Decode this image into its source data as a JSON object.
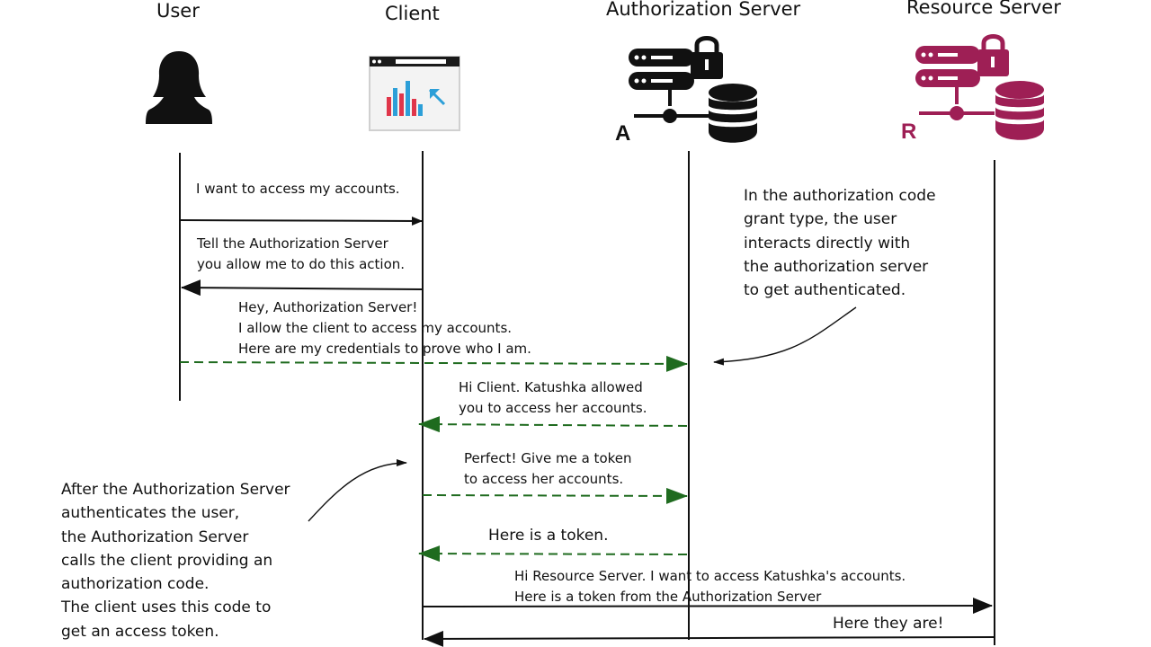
{
  "actors": {
    "user": "User",
    "client": "Client",
    "auth": "Authorization Server",
    "resource": "Resource Server"
  },
  "icons": {
    "auth_letter": "A",
    "resource_letter": "R",
    "auth_color": "#111111",
    "resource_color": "#9e1f55"
  },
  "messages": {
    "m1": "I want to access my accounts.",
    "m2": "Tell the Authorization Server\nyou allow me to do this action.",
    "m3": "Hey, Authorization Server!\nI allow the client to access my accounts.\nHere are my credentials to prove who I am.",
    "m4": "Hi Client. Katushka allowed\nyou to access her accounts.",
    "m5": "Perfect! Give me a token\nto access her accounts.",
    "m6": "Here is a token.",
    "m7": "Hi Resource Server. I want to access Katushka's accounts.\nHere is a token from the Authorization Server",
    "m8": "Here they are!"
  },
  "notes": {
    "right": "In the authorization code\ngrant type, the user\ninteracts directly with\nthe authorization server\nto get authenticated.",
    "left": "After the Authorization Server\nauthenticates the user,\nthe Authorization Server\ncalls the client providing an\nauthorization code.\nThe client uses this code to\nget an access token."
  },
  "colors": {
    "solid_arrow": "#111111",
    "dashed_arrow": "#1f6b1f"
  }
}
